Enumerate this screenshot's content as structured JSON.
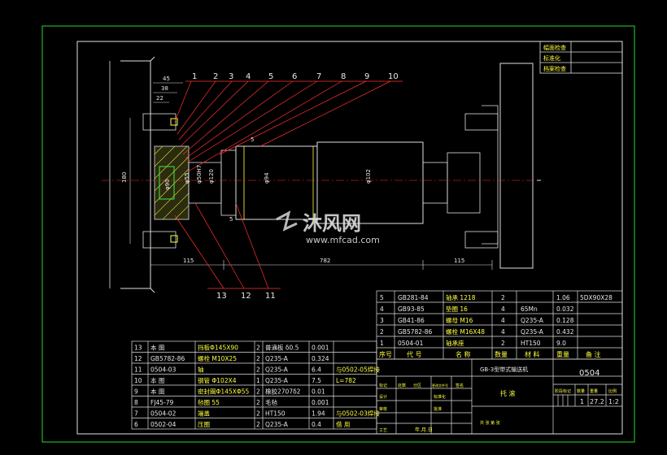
{
  "callouts_top": [
    "1",
    "2",
    "3",
    "4",
    "5",
    "6",
    "7",
    "8",
    "9",
    "10"
  ],
  "callouts_bottom": [
    "13",
    "12",
    "11"
  ],
  "dims": {
    "d45": "45",
    "d38": "38",
    "d22": "22",
    "d180": "180",
    "d115_left": "115",
    "d782": "782",
    "d115_right": "115",
    "d5": "5",
    "d5b": "5",
    "phi120": "φ120",
    "phi94": "φ94",
    "phi102": "φ102",
    "phi55": "φ55",
    "phi50h7": "φ50H7",
    "phi90": "φ90"
  },
  "stamp_rows": [
    "幅面检查",
    "标准化",
    "档案检查"
  ],
  "parts_upper": [
    {
      "no": "5",
      "code": "GB281-84",
      "name": "轴承 1218",
      "qty": "2",
      "material": "",
      "weight": "1.06",
      "note": "5DX90X28"
    },
    {
      "no": "4",
      "code": "GB93-85",
      "name": "垫圈 16",
      "qty": "4",
      "material": "65Mn",
      "weight": "0.032",
      "note": ""
    },
    {
      "no": "3",
      "code": "GB41-86",
      "name": "螺母 M16",
      "qty": "4",
      "material": "Q235-A",
      "weight": "0.128",
      "note": ""
    },
    {
      "no": "2",
      "code": "GB5782-86",
      "name": "螺栓 M16X48",
      "qty": "4",
      "material": "Q235-A",
      "weight": "0.432",
      "note": ""
    },
    {
      "no": "1",
      "code": "0504-01",
      "name": "轴承座",
      "qty": "2",
      "material": "HT150",
      "weight": "9.0",
      "note": ""
    }
  ],
  "parts_lower": [
    {
      "no": "13",
      "code": "本 图",
      "name": "挡板Φ145X90",
      "qty": "2",
      "material": "普通板 δ0.5",
      "weight": "0.001",
      "note": ""
    },
    {
      "no": "12",
      "code": "GB5782-86",
      "name": "螺栓 M10X25",
      "qty": "2",
      "material": "Q235-A",
      "weight": "0.324",
      "note": ""
    },
    {
      "no": "11",
      "code": "0504-03",
      "name": "轴",
      "qty": "2",
      "material": "Q235-A",
      "weight": "6.4",
      "note": "与0502-05焊接"
    },
    {
      "no": "10",
      "code": "本 图",
      "name": "钢管 Φ102X4",
      "qty": "1",
      "material": "Q235-A",
      "weight": "7.5",
      "note": "L=782"
    },
    {
      "no": "9",
      "code": "本 图",
      "name": "密封圈Φ145XΦ55",
      "qty": "2",
      "material": "橡胶2707δ2",
      "weight": "0.01",
      "note": ""
    },
    {
      "no": "8",
      "code": "FJ45-79",
      "name": "毡圈 55",
      "qty": "2",
      "material": "毛毡",
      "weight": "0.001",
      "note": ""
    },
    {
      "no": "7",
      "code": "0504-02",
      "name": "端盖",
      "qty": "2",
      "material": "HT150",
      "weight": "1.94",
      "note": "与0502-03焊接"
    },
    {
      "no": "6",
      "code": "0502-04",
      "name": "压圈",
      "qty": "2",
      "material": "Q235-A",
      "weight": "0.4",
      "note": "借 用"
    }
  ],
  "header_row": {
    "no": "序号",
    "code": "代 号",
    "name": "名 称",
    "qty": "数量",
    "material": "材 料",
    "weight": "重量",
    "note": "备 注"
  },
  "title_block": {
    "project": "GB-3型带式输送机",
    "drawing_no": "0504",
    "part_name": "托 滚",
    "stage_label": "阶段标记",
    "qty_label": "数量",
    "weight_label": "重量",
    "scale_label": "比例",
    "qty": "1",
    "weight": "27.2",
    "scale": "1:2",
    "rows": [
      "标记",
      "处数",
      "分区",
      "更改文件号",
      "签名",
      "设计",
      "标准化",
      "审核",
      "工艺",
      "批准"
    ],
    "date_hint": "年.月.日",
    "sheet_label": "共 张 第 张"
  },
  "watermark": {
    "brand": "沐风网",
    "url": "www.mfcad.com"
  }
}
